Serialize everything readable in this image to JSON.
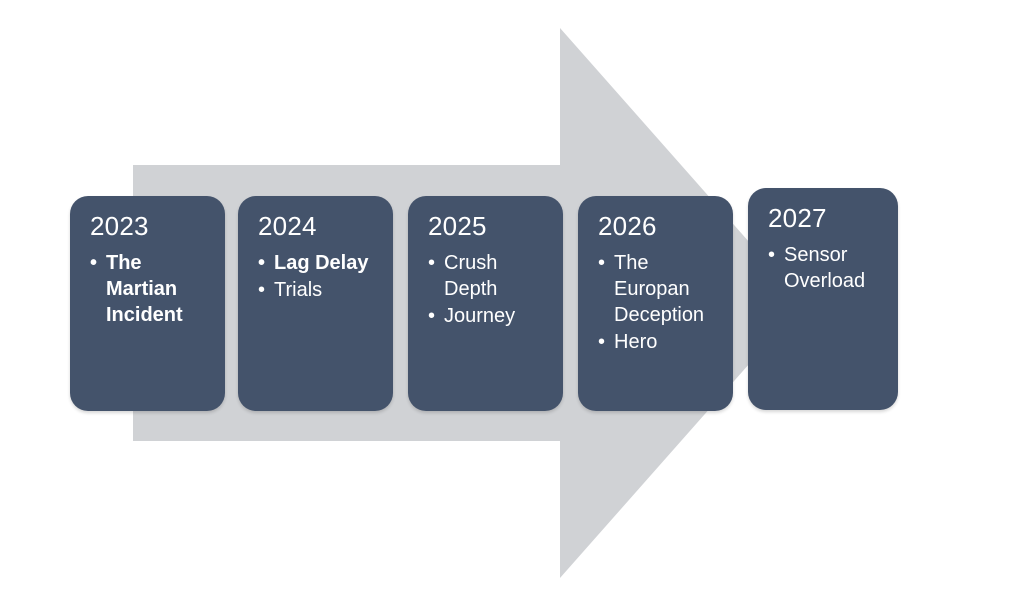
{
  "diagram": {
    "type": "timeline-arrow",
    "title_visible": false,
    "arrow": {
      "name": "right-arrow-shape",
      "fill_color": "#d0d2d5"
    },
    "box_color": "#44536b",
    "text_color": "#ffffff",
    "background_color": "#ffffff"
  },
  "milestones": [
    {
      "year": "2023",
      "items": [
        {
          "text": "The Martian Incident",
          "bold": true
        }
      ]
    },
    {
      "year": "2024",
      "items": [
        {
          "text": "Lag Delay",
          "bold": true
        },
        {
          "text": "Trials",
          "bold": false
        }
      ]
    },
    {
      "year": "2025",
      "items": [
        {
          "text": "Crush Depth",
          "bold": false
        },
        {
          "text": "Journey",
          "bold": false
        }
      ]
    },
    {
      "year": "2026",
      "items": [
        {
          "text": "The Europan Deception",
          "bold": false
        },
        {
          "text": "Hero",
          "bold": false
        }
      ]
    },
    {
      "year": "2027",
      "items": [
        {
          "text": "Sensor Overload",
          "bold": false
        }
      ]
    }
  ]
}
